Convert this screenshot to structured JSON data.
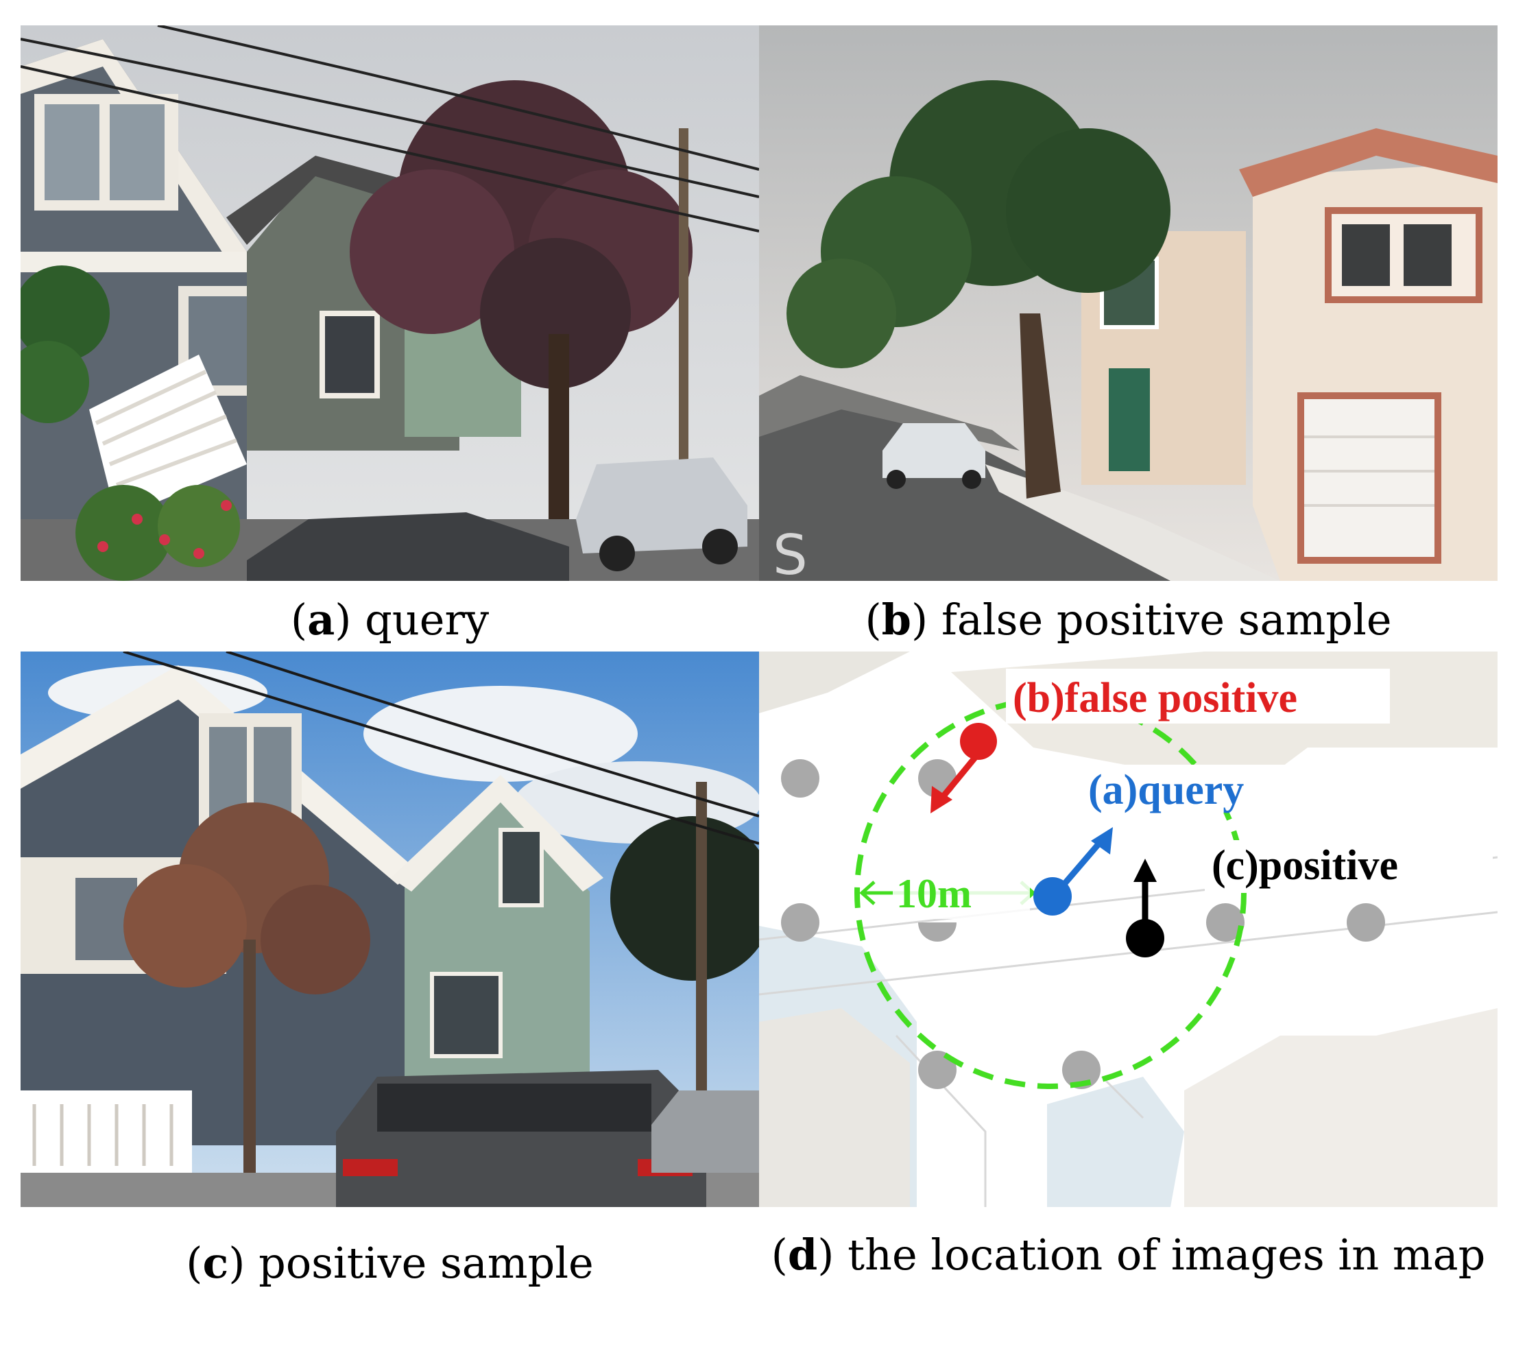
{
  "captions": {
    "a": {
      "letter": "a",
      "text": " query"
    },
    "b": {
      "letter": "b",
      "text": " false positive sample"
    },
    "c": {
      "letter": "c",
      "text": " positive sample"
    },
    "d": {
      "letter": "d",
      "text": " the location of images in map"
    }
  },
  "map": {
    "false_positive_label": "(b)false positive",
    "query_label": "(a)query",
    "positive_label": "(c)positive",
    "radius_label": "10m",
    "colors": {
      "false_positive": "#e02020",
      "query": "#1e6fd0",
      "positive": "#000000",
      "radius": "#44dd22",
      "grid_dot": "#a9a9a9"
    }
  }
}
